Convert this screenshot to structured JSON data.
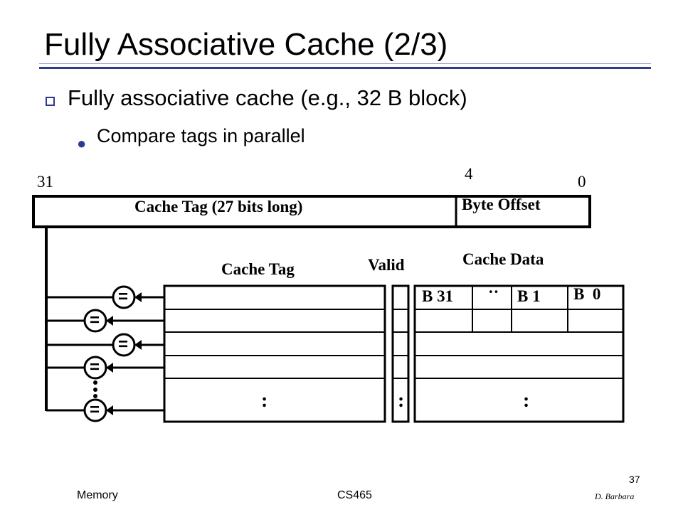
{
  "slide": {
    "title": "Fully Associative Cache (2/3)",
    "bullet1": "Fully associative cache (e.g., 32 B block)",
    "bullet2": "Compare tags in parallel"
  },
  "diagram": {
    "bit_31": "31",
    "bit_4": "4",
    "bit_0": "0",
    "cache_tag_field": "Cache Tag (27 bits long)",
    "byte_offset_field": "Byte Offset",
    "cache_tag_header": "Cache Tag",
    "valid_header": "Valid",
    "cache_data_header": "Cache Data",
    "b31": "B 31",
    "dots_h": "··",
    "b1": "B 1",
    "b0": "B  0",
    "ellipsis": ":",
    "comparator_symbol": "="
  },
  "footer": {
    "left": "Memory",
    "center": "CS465",
    "page": "37",
    "author": "D. Barbara"
  },
  "colors": {
    "accent": "#2e3a8c"
  }
}
